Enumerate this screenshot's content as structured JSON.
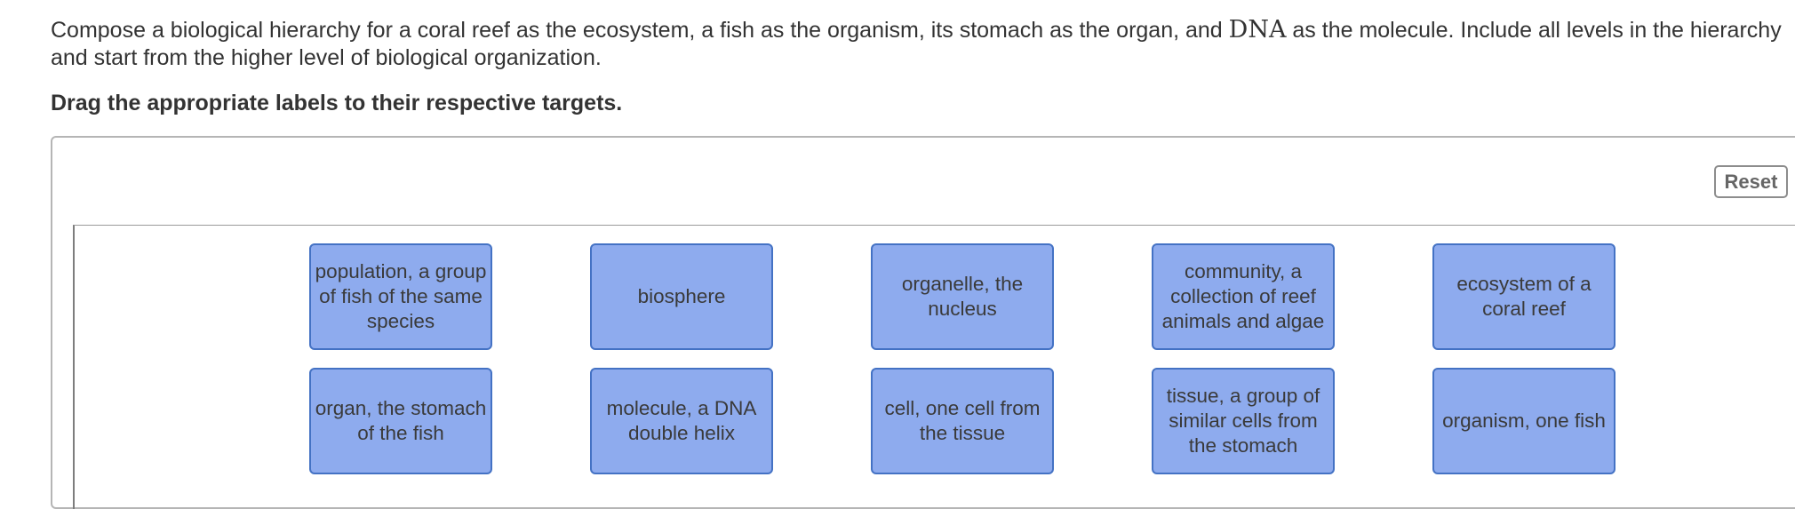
{
  "question": {
    "text_before": "Compose a biological hierarchy for a coral reef as the ecosystem, a fish as the organism, its stomach as the organ, and ",
    "math_term": "DNA",
    "text_after": " as the molecule. Include all levels in the hierarchy and start from the higher level of biological organization."
  },
  "instruction": "Drag the appropriate labels to their respective targets.",
  "reset_label": "Reset",
  "labels": [
    "population, a group of fish of the same species",
    "biosphere",
    "organelle, the nucleus",
    "community, a collection of reef animals and algae",
    "ecosystem of a coral reef",
    "organ, the stomach of the fish",
    "molecule, a DNA double helix",
    "cell, one cell from the tissue",
    "tissue, a group of similar cells from the stomach",
    "organism, one fish"
  ],
  "colors": {
    "tile_fill": "#8eabee",
    "tile_border": "#4472c4"
  }
}
